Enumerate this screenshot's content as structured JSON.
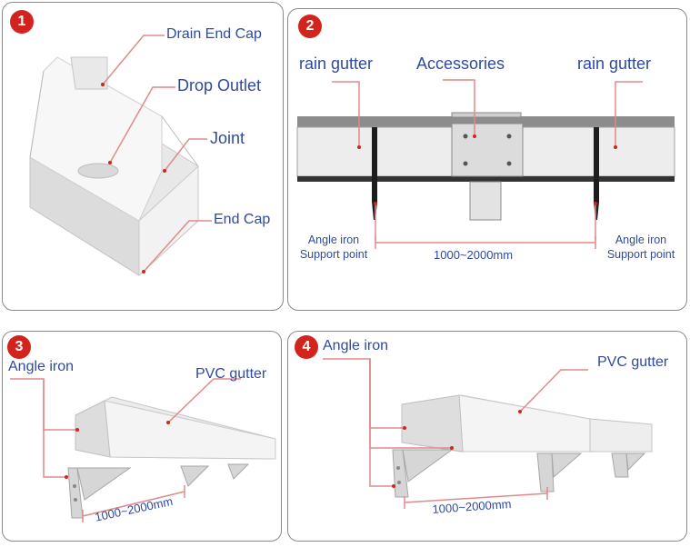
{
  "panels": [
    {
      "badge": "1",
      "labels": {
        "drain_end_cap": "Drain End Cap",
        "drop_outlet": "Drop Outlet",
        "joint": "Joint",
        "end_cap": "End Cap"
      }
    },
    {
      "badge": "2",
      "labels": {
        "rain_gutter_left": "rain gutter",
        "accessories": "Accessories",
        "rain_gutter_right": "rain gutter",
        "angle_iron_left": "Angle iron",
        "support_point_left": "Support point",
        "angle_iron_right": "Angle iron",
        "support_point_right": "Support point",
        "span": "1000~2000mm"
      }
    },
    {
      "badge": "3",
      "labels": {
        "angle_iron": "Angle iron",
        "pvc_gutter": "PVC gutter",
        "span": "1000~2000mm"
      }
    },
    {
      "badge": "4",
      "labels": {
        "angle_iron": "Angle iron",
        "pvc_gutter": "PVC gutter",
        "span": "1000~2000mm"
      }
    }
  ],
  "colors": {
    "badge": "#d3231f",
    "label": "#2f4aa0",
    "leader": "#e08a8a"
  }
}
